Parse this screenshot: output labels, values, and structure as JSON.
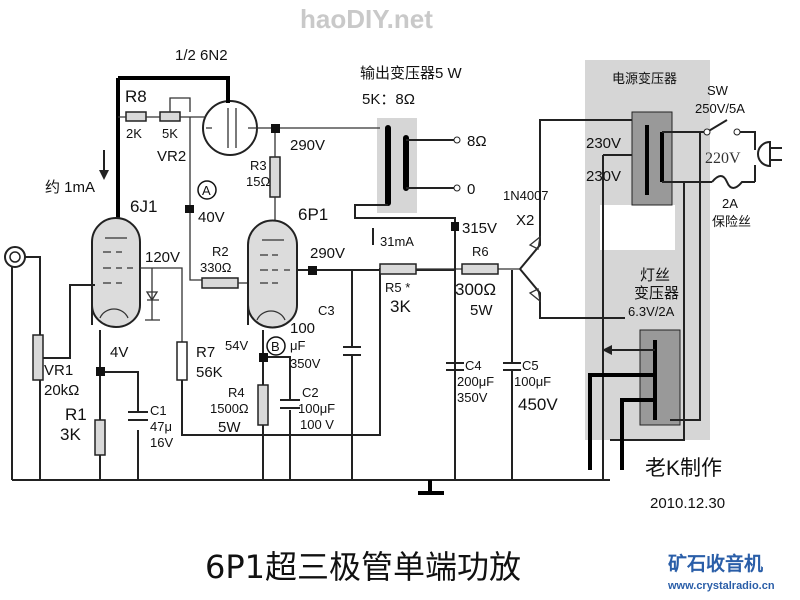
{
  "watermark": "haoDIY.net",
  "title": "6P1超三极管单端功放",
  "author": "老K制作",
  "date": "2010.12.30",
  "site": {
    "name": "矿石收音机",
    "url": "www.crystalradio.cn"
  },
  "tubes": {
    "v1": "1/2 6N2",
    "v2": "6J1",
    "v3": "6P1"
  },
  "output_transformer": {
    "title": "输出变压器5 W",
    "ratio": "5K：8Ω",
    "tap_8": "8Ω",
    "tap_0": "0"
  },
  "power_transformer": {
    "title": "电源变压器",
    "sec1": "230V",
    "sec2": "230V",
    "primary": "220V"
  },
  "switch": {
    "name": "SW",
    "rating": "250V/5A"
  },
  "fuse": {
    "rating": "2A",
    "name": "保险丝"
  },
  "filament": {
    "line1": "灯丝",
    "line2": "变压器",
    "rating": "6.3V/2A"
  },
  "diode": {
    "type": "1N4007",
    "count": "X2"
  },
  "components": {
    "r8": {
      "name": "R8",
      "value": "2K"
    },
    "vr2": {
      "name": "VR2",
      "value": "5K"
    },
    "r3": {
      "name": "R3",
      "value": "15Ω"
    },
    "r2": {
      "name": "R2",
      "value": "330Ω"
    },
    "r5": {
      "name": "R5 *",
      "value": "3K"
    },
    "r6": {
      "name": "R6",
      "value": "300Ω",
      "power": "5W"
    },
    "r7": {
      "name": "R7",
      "value": "56K"
    },
    "r4": {
      "name": "R4",
      "value": "1500Ω",
      "power": "5W"
    },
    "r1": {
      "name": "R1",
      "value": "3K"
    },
    "vr1": {
      "name": "VR1",
      "value": "20kΩ"
    },
    "c1": {
      "name": "C1",
      "value": "47μ",
      "voltage": "16V"
    },
    "c2": {
      "name": "C2",
      "value": "100μF",
      "voltage": "100 V"
    },
    "c3": {
      "name": "C3",
      "value": "100",
      "unit": "μF",
      "voltage": "350V"
    },
    "c4": {
      "name": "C4",
      "value": "200μF",
      "voltage": "350V"
    },
    "c5": {
      "name": "C5",
      "value": "100μF",
      "voltage": "450V"
    }
  },
  "voltages": {
    "v290a": "290V",
    "v290b": "290V",
    "v40": "40V",
    "v120": "120V",
    "v4": "4V",
    "v54": "54V",
    "v315": "315V"
  },
  "currents": {
    "i1": "约 1mA",
    "i31": "31mA"
  },
  "points": {
    "a": "A",
    "b": "B"
  }
}
